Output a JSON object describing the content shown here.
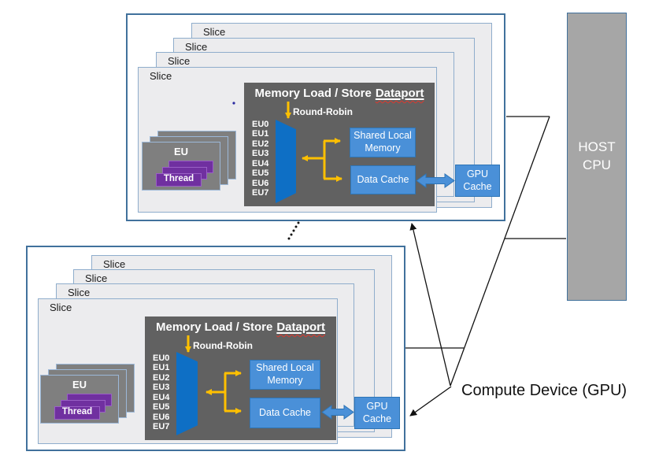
{
  "diagram": {
    "slice_label": "Slice",
    "eu_stack": {
      "eu_label": "EU",
      "thread_label": "Thread"
    },
    "dataport": {
      "title_prefix": "Memory Load / Store",
      "title_underlined": "Dataport",
      "round_robin": "Round-Robin",
      "eu_ports": [
        "EU0",
        "EU1",
        "EU2",
        "EU3",
        "EU4",
        "EU5",
        "EU6",
        "EU7"
      ],
      "slm_lines": [
        "Shared Local",
        "Memory"
      ],
      "data_cache_label": "Data Cache"
    },
    "gpu_cache_lines": [
      "GPU",
      "Cache"
    ],
    "host_cpu_lines": [
      "HOST",
      "CPU"
    ],
    "compute_device_label": "Compute Device (GPU)"
  },
  "colors": {
    "slice_fill": "#ececee",
    "slice_border": "#8fadcc",
    "group_border": "#41719c",
    "dataport_gray": "#616161",
    "blue_box": "#4a90d8",
    "blue_box_border": "#2e75b6",
    "mux_blue": "#0e6fc5",
    "arrow_yellow": "#ffc000",
    "eu_gray": "#7f7f7f",
    "thread_purple": "#7030a0",
    "host_cpu_gray": "#a6a6a6",
    "line_black": "#111111",
    "spellcheck_red": "#e0372c"
  }
}
